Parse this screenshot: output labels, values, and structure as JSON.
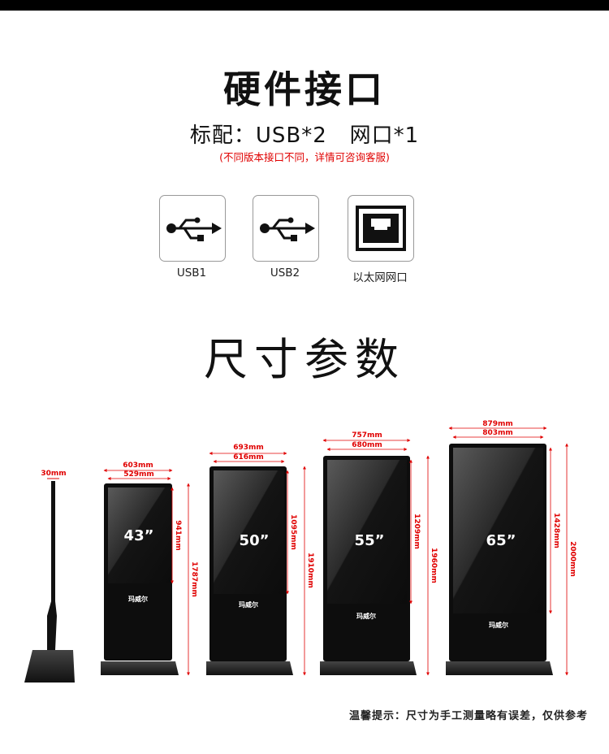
{
  "hardware": {
    "title": "硬件接口",
    "standard_line": "标配：USB*2   网口*1",
    "note": "(不同版本接口不同，详情可咨询客服)",
    "ports": [
      {
        "label": "USB1",
        "icon": "usb-icon"
      },
      {
        "label": "USB2",
        "icon": "usb-icon"
      },
      {
        "label": "以太网网口",
        "icon": "ethernet-port-icon"
      }
    ]
  },
  "size": {
    "title": "尺寸参数",
    "side_thickness": "30mm",
    "brand": "玛威尔",
    "models": [
      {
        "size": "43”",
        "outer_width": "603mm",
        "screen_width": "529mm",
        "screen_height": "941mm",
        "total_height": "1787mm"
      },
      {
        "size": "50”",
        "outer_width": "693mm",
        "screen_width": "616mm",
        "screen_height": "1095mm",
        "total_height": "1910mm"
      },
      {
        "size": "55”",
        "outer_width": "757mm",
        "screen_width": "680mm",
        "screen_height": "1209mm",
        "total_height": "1960mm"
      },
      {
        "size": "65”",
        "outer_width": "879mm",
        "screen_width": "803mm",
        "screen_height": "1428mm",
        "total_height": "2000mm"
      }
    ],
    "tip": "温馨提示：尺寸为手工测量略有误差，仅供参考"
  },
  "colors": {
    "dimension": "#e00000",
    "device": "#111111",
    "screen": "#1a1a1a"
  }
}
